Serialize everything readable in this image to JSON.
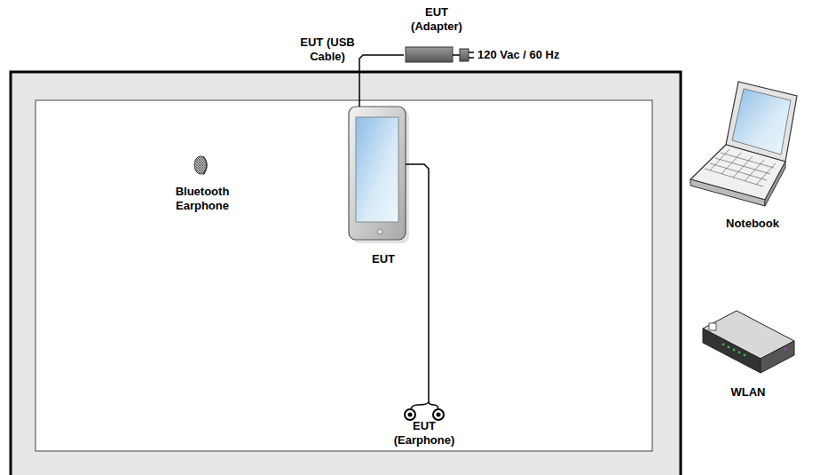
{
  "diagram": {
    "nodes": [
      {
        "text": [
          "EUT (Adapter)"
        ]
      },
      {
        "text": [
          "EUT"
        ]
      },
      {
        "text": [
          "Bluetooth Earphone"
        ]
      },
      {
        "text": [
          "Notebook"
        ]
      },
      {
        "text": [
          "WLAN"
        ]
      },
      {
        "text": [
          "EUT (Earphone)"
        ]
      }
    ],
    "edges": [
      {
        "from": 1,
        "to": 0,
        "arrow": "none"
      },
      {
        "from": 1,
        "to": 5,
        "arrow": "none"
      }
    ],
    "labels": [
      "EUT (USB Cable)",
      "120 Vac / 60 Hz"
    ]
  }
}
